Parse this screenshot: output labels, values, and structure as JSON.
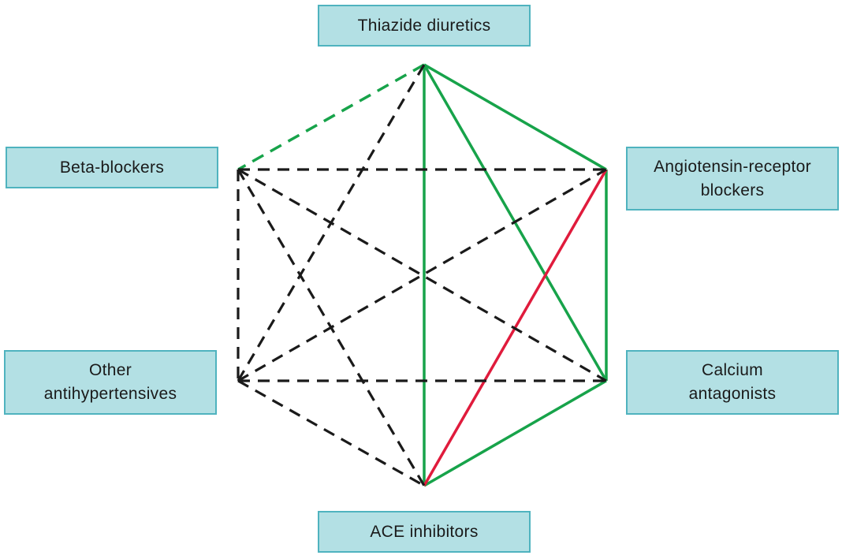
{
  "colors": {
    "node_fill": "#b3e0e4",
    "node_border": "#4fb3bf",
    "preferred": "#17a34a",
    "less_preferred": "#17a34a",
    "possible": "#1a1a1a",
    "not_recommended": "#e01b3c"
  },
  "nodes": {
    "thiazide": {
      "label": "Thiazide diuretics"
    },
    "beta": {
      "label": "Beta-blockers"
    },
    "arb": {
      "label": "Angiotensin-receptor\nblockers"
    },
    "other": {
      "label": "Other\nantihypertensives"
    },
    "calcium": {
      "label": "Calcium\nantagonists"
    },
    "ace": {
      "label": "ACE inhibitors"
    }
  },
  "edges": [
    {
      "from": "thiazide",
      "to": "arb",
      "style": "preferred"
    },
    {
      "from": "thiazide",
      "to": "calcium",
      "style": "preferred"
    },
    {
      "from": "thiazide",
      "to": "ace",
      "style": "preferred"
    },
    {
      "from": "arb",
      "to": "calcium",
      "style": "preferred"
    },
    {
      "from": "calcium",
      "to": "ace",
      "style": "preferred"
    },
    {
      "from": "thiazide",
      "to": "beta",
      "style": "less_preferred"
    },
    {
      "from": "arb",
      "to": "ace",
      "style": "not_recommended"
    },
    {
      "from": "beta",
      "to": "arb",
      "style": "possible"
    },
    {
      "from": "beta",
      "to": "other",
      "style": "possible"
    },
    {
      "from": "beta",
      "to": "calcium",
      "style": "possible"
    },
    {
      "from": "beta",
      "to": "ace",
      "style": "possible"
    },
    {
      "from": "other",
      "to": "thiazide",
      "style": "possible"
    },
    {
      "from": "other",
      "to": "arb",
      "style": "possible"
    },
    {
      "from": "other",
      "to": "calcium",
      "style": "possible"
    },
    {
      "from": "other",
      "to": "ace",
      "style": "possible"
    }
  ]
}
